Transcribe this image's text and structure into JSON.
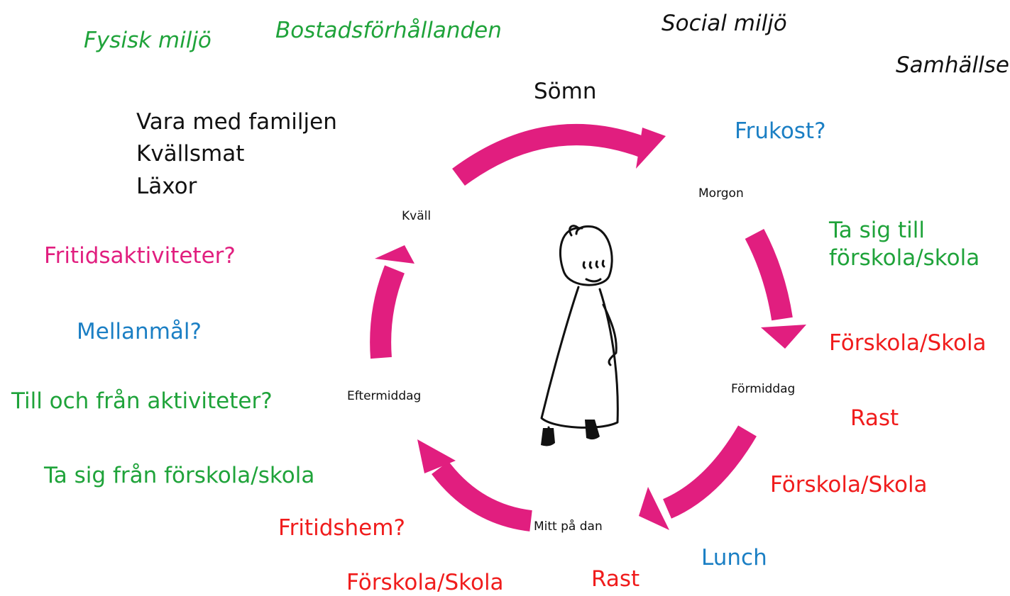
{
  "colors": {
    "arrow": "#e11e7f",
    "green": "#1fa33a",
    "blue": "#1b7fc4",
    "red": "#f01c1c",
    "pink": "#e11e7f",
    "black": "#111111"
  },
  "environment_labels": {
    "fysisk": "Fysisk miljö",
    "bostad": "Bostadsförhållanden",
    "social": "Social miljö",
    "samhalle": "Samhällse"
  },
  "top": {
    "somn": "Sömn",
    "family_activities": [
      "Vara med familjen",
      "Kvällsmat",
      "Läxor"
    ],
    "frukost": "Frukost?"
  },
  "phases": {
    "morgon": "Morgon",
    "kvall": "Kväll",
    "formiddag": "Förmiddag",
    "eftermiddag": "Eftermiddag",
    "mitt_pa_dan": "Mitt på dan"
  },
  "right_side": {
    "ta_sig_till": [
      "Ta sig till",
      "förskola/skola"
    ],
    "forskola_skola_1": "Förskola/Skola",
    "rast_1": "Rast",
    "forskola_skola_2": "Förskola/Skola"
  },
  "left_side": {
    "fritidsaktiviteter": "Fritidsaktiviteter?",
    "mellanmal": "Mellanmål?",
    "till_och_fran": "Till och från aktiviteter?",
    "ta_sig_fran": "Ta sig från förskola/skola",
    "fritidshem": "Fritidshem?"
  },
  "bottom": {
    "forskola_skola_3": "Förskola/Skola",
    "rast_2": "Rast",
    "lunch": "Lunch"
  },
  "icons": {
    "center_figure": "child-figure-icon",
    "cycle_arrows": "curved-arrow-icon"
  }
}
